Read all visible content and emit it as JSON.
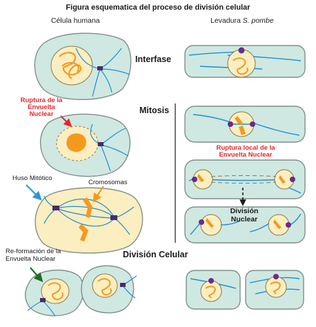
{
  "title": "Figura esquematica del proceso de división celular",
  "columns": {
    "left": "Célula humana",
    "right_prefix": "Levadura",
    "right_species": "S. pombe"
  },
  "stages": {
    "interphase": "Interfase",
    "mitosis": "Mitosis",
    "division": "División Celular"
  },
  "labels": {
    "envelope_rupture": [
      "Ruptura de la",
      "Envuelta",
      "Nuclear"
    ],
    "spindle": "Huso Mitótico",
    "chromosomes": "Cromosomas",
    "envelope_reformation": [
      "Re-formación de la",
      "Envuelta Nuclear"
    ],
    "local_rupture": [
      "Ruptura local de la",
      "Envuelta Nuclear"
    ],
    "nuclear_division": [
      "División",
      "Nuclear"
    ]
  },
  "colors": {
    "cytoplasm": "#cfe8e1",
    "cell_outline": "#7f8f8b",
    "nucleus": "#fbeec0",
    "chromatin": "#f39a1e",
    "microtubule": "#1b8fd2",
    "centrosome": "#4a2a6a",
    "spb": "#6a2a8a",
    "red_arrow": "#e3262b",
    "green_arrow": "#1f6b2a",
    "divider": "#1a1a1a"
  }
}
